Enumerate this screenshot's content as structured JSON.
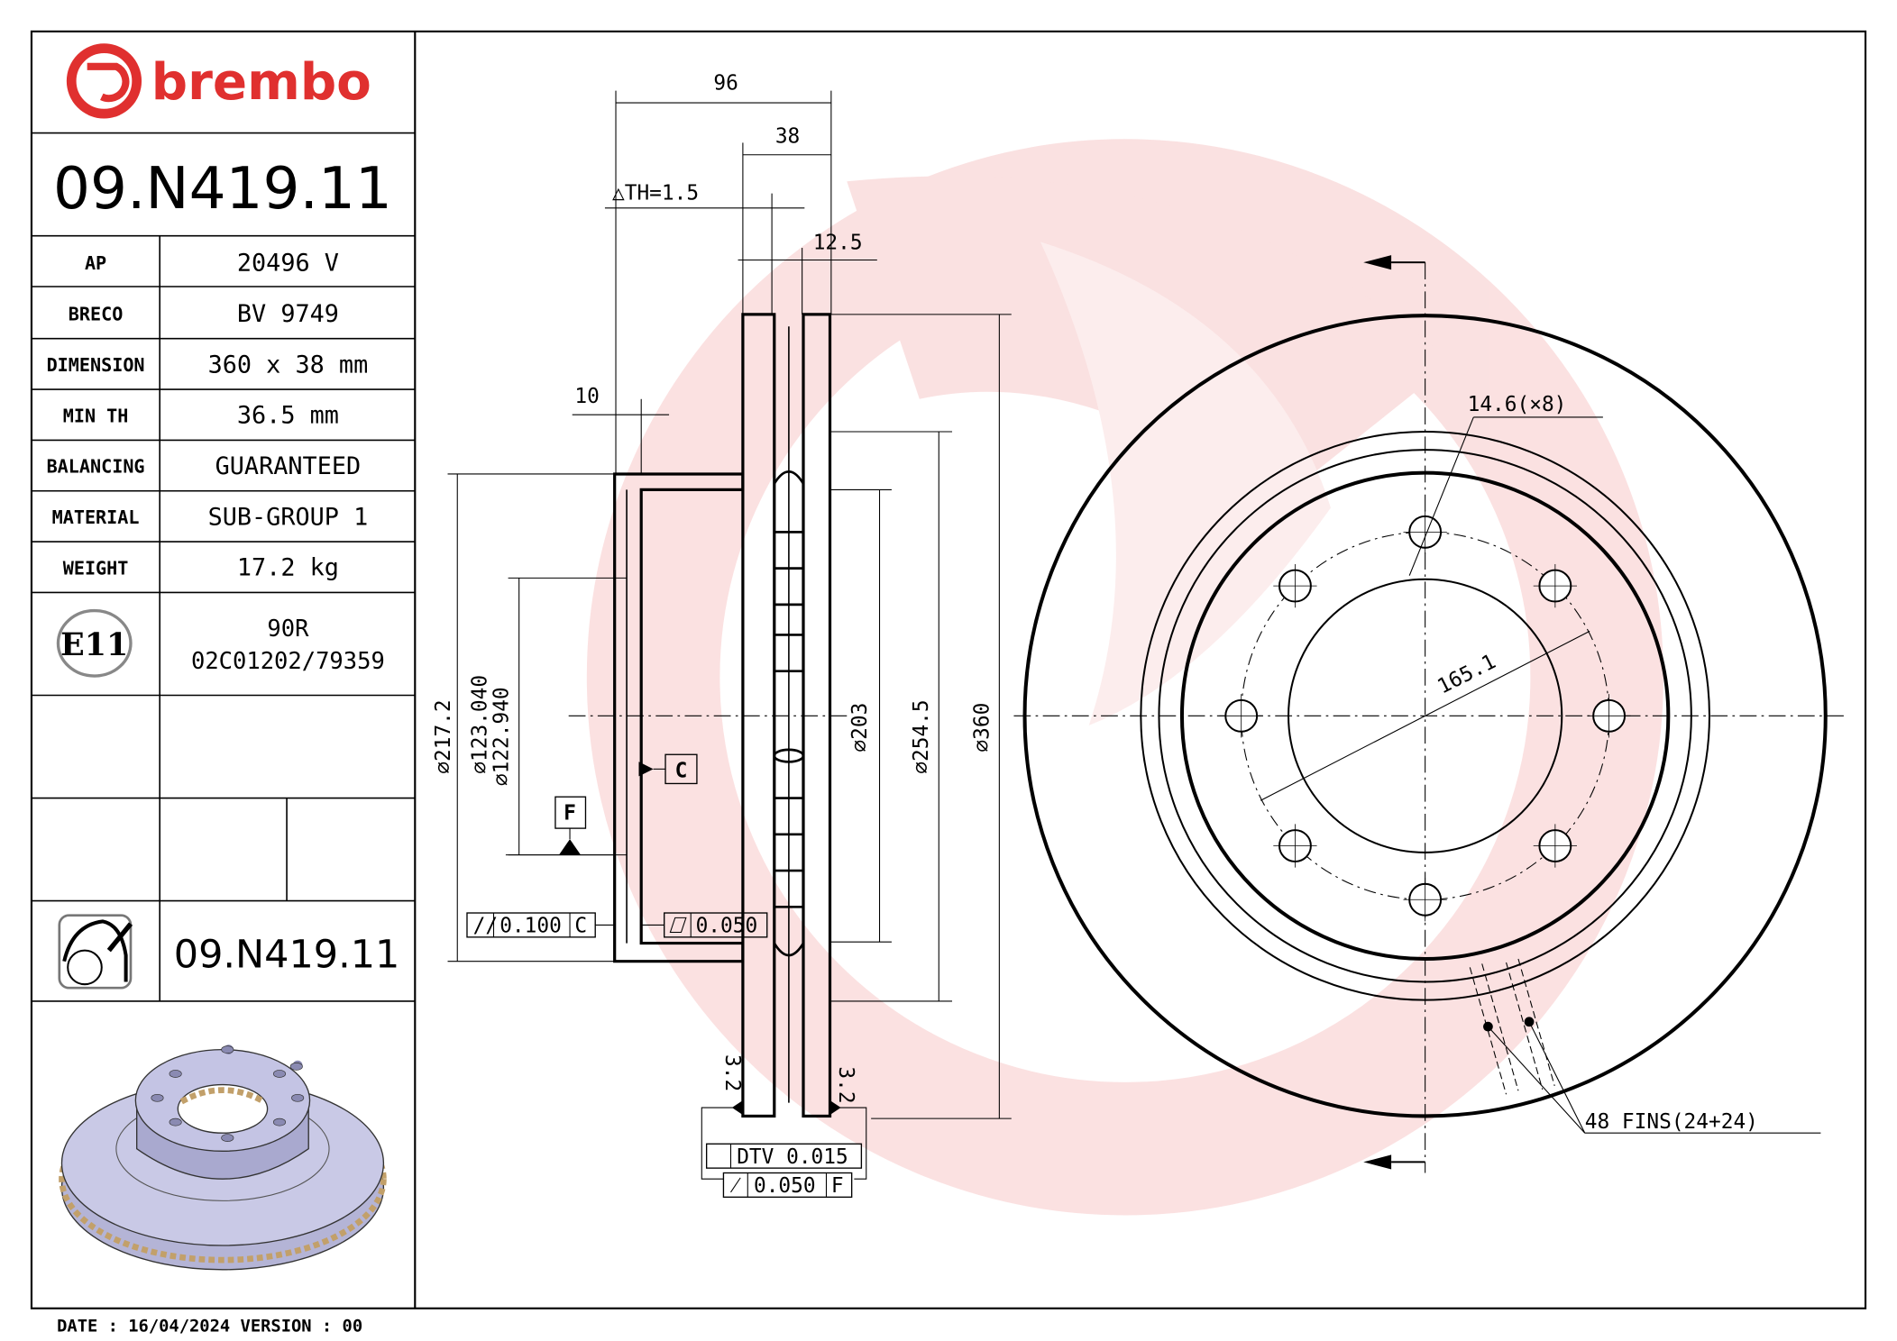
{
  "brand": {
    "logo_text": "brembo",
    "color": "#e0302f"
  },
  "part_number": "09.N419.11",
  "specs": [
    {
      "label": "AP",
      "value": "20496 V"
    },
    {
      "label": "BRECO",
      "value": "BV 9749"
    },
    {
      "label": "DIMENSION",
      "value": "360 x 38 mm"
    },
    {
      "label": "MIN TH",
      "value": "36.5 mm"
    },
    {
      "label": "BALANCING",
      "value": "GUARANTEED"
    },
    {
      "label": "MATERIAL",
      "value": "SUB-GROUP 1"
    },
    {
      "label": "WEIGHT",
      "value": "17.2 kg"
    }
  ],
  "certification": {
    "mark": "E11",
    "line1": "90R",
    "line2": "02C01202/79359"
  },
  "footer": {
    "date_label": "DATE :",
    "date": "16/04/2024",
    "version_label": "VERSION :",
    "version": "00"
  },
  "drawing": {
    "dim_overall_width": "96",
    "dim_thickness": "38",
    "dim_delta_th": "△TH=1.5",
    "dim_cheek": "12.5",
    "dim_hat_wall": "10",
    "dia_hat": "⌀217.2",
    "dia_bore_max": "⌀123.040",
    "dia_bore_min": "⌀122.940",
    "dia_inner_braking": "⌀203",
    "dia_vane": "⌀254.5",
    "dia_outer": "⌀360",
    "datum_c": "C",
    "datum_f": "F",
    "tol_parallelism": "0.100",
    "tol_parallelism_ref": "C",
    "tol_flatness": "0.050",
    "tol_dtv": "DTV 0.015",
    "tol_runout": "0.050",
    "tol_runout_ref": "F",
    "roughness": "3.2",
    "bolt_holes": "14.6(×8)",
    "pcd": "165.1",
    "fins": "48 FINS(24+24)",
    "bolt_hole_count": 8
  }
}
